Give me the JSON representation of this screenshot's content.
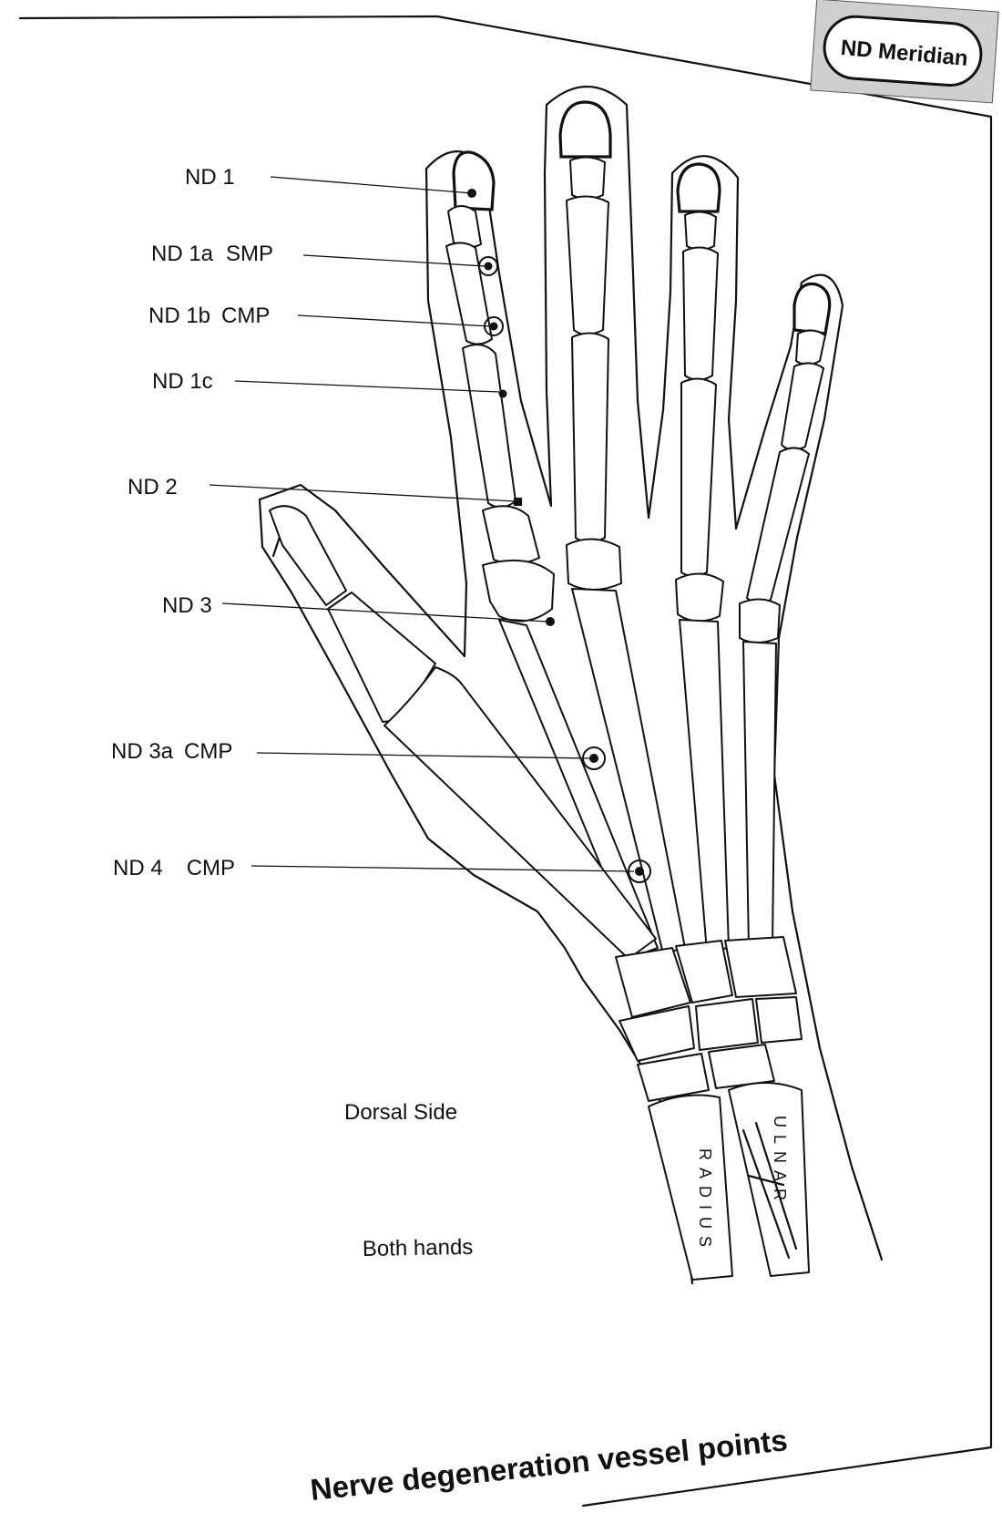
{
  "badge": "ND Meridian",
  "caption": "Nerve degeneration vessel points",
  "view_label": "Dorsal Side",
  "hands_label": "Both hands",
  "bone_labels": {
    "radius": "RADIUS",
    "ulnar": "ULNAR"
  },
  "points": [
    {
      "id": "nd1",
      "code": "ND 1",
      "type": "",
      "marker": "dot"
    },
    {
      "id": "nd1a",
      "code": "ND 1a",
      "type": "SMP",
      "marker": "ring"
    },
    {
      "id": "nd1b",
      "code": "ND 1b",
      "type": "CMP",
      "marker": "ring"
    },
    {
      "id": "nd1c",
      "code": "ND 1c",
      "type": "",
      "marker": "dot"
    },
    {
      "id": "nd2",
      "code": "ND 2",
      "type": "",
      "marker": "dot"
    },
    {
      "id": "nd3",
      "code": "ND 3",
      "type": "",
      "marker": "dot"
    },
    {
      "id": "nd3a",
      "code": "ND 3a",
      "type": "CMP",
      "marker": "ring"
    },
    {
      "id": "nd4",
      "code": "ND 4",
      "type": "CMP",
      "marker": "ring"
    }
  ]
}
